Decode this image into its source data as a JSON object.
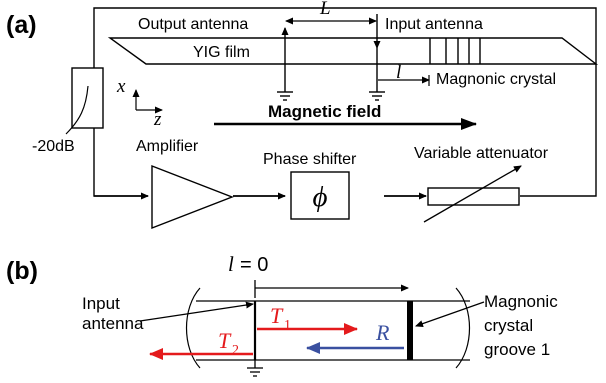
{
  "panel_a": {
    "panel_label": "(a)",
    "output_antenna": "Output antenna",
    "length_label": "L",
    "input_antenna": "Input antenna",
    "film_label": "YIG film",
    "axis_x": "x",
    "axis_z": "z",
    "l_label": "l",
    "magnonic_crystal": "Magnonic crystal",
    "magnetic_field": "Magnetic field",
    "attenuation": "-20dB",
    "amplifier": "Amplifier",
    "phase_shifter": "Phase shifter",
    "phase_symbol": "ϕ",
    "variable_attenuator": "Variable attenuator"
  },
  "panel_b": {
    "panel_label": "(b)",
    "l_eq_text": "= 0",
    "l_symbol": "l",
    "input_line1": "Input",
    "input_line2": "antenna",
    "t1_main": "T",
    "t1_sub": "1",
    "t2_main": "T",
    "t2_sub": "2",
    "r_label": "R",
    "mc_line1": "Magnonic",
    "mc_line2": "crystal",
    "mc_line3": "groove 1"
  },
  "colors": {
    "line": "#000000",
    "t_arrow": "#e41a1c",
    "r_arrow": "#3a50a0"
  }
}
